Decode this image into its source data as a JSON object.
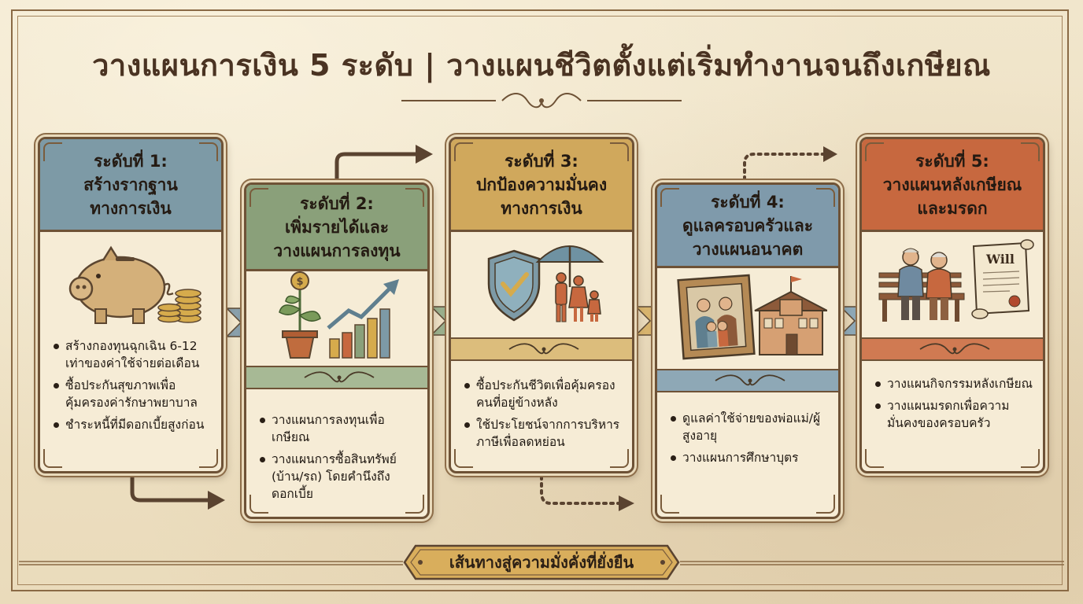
{
  "title": "วางแผนการเงิน 5 ระดับ | วางแผนชีวิตตั้งแต่เริ่มทำงานจนถึงเกษียณ",
  "colors": {
    "level1": "#7d9aa6",
    "level2": "#8aa07a",
    "level3": "#d0a85c",
    "level4": "#7f9aab",
    "level5": "#c7683f",
    "paper": "#efe3c8",
    "ink": "#3b2a1c"
  },
  "levels": [
    {
      "heading": [
        "ระดับที่ 1:",
        "สร้างรากฐาน",
        "ทางการเงิน"
      ],
      "illustration": "piggy-bank-with-coins",
      "bullets": [
        "สร้างกองทุนฉุกเฉิน 6-12 เท่าของค่าใช้จ่ายต่อเดือน",
        "ซื้อประกันสุขภาพเพื่อคุ้มครองค่ารักษาพยาบาล",
        "ชำระหนี้ที่มีดอกเบี้ยสูงก่อน"
      ]
    },
    {
      "heading": [
        "ระดับที่ 2:",
        "เพิ่มรายได้และ",
        "วางแผนการลงทุน"
      ],
      "illustration": "money-plant-and-growth-chart",
      "bullets": [
        "วางแผนการลงทุนเพื่อเกษียณ",
        "วางแผนการซื้อสินทรัพย์ (บ้าน/รถ) โดยคำนึงถึงดอกเบี้ย"
      ]
    },
    {
      "heading": [
        "ระดับที่ 3:",
        "ปกป้องความมั่นคง",
        "ทางการเงิน"
      ],
      "illustration": "shield-umbrella-family",
      "bullets": [
        "ซื้อประกันชีวิตเพื่อคุ้มครองคนที่อยู่ข้างหลัง",
        "ใช้ประโยชน์จากการบริหารภาษีเพื่อลดหย่อน"
      ]
    },
    {
      "heading": [
        "ระดับที่ 4:",
        "ดูแลครอบครัวและ",
        "วางแผนอนาคต"
      ],
      "illustration": "family-portrait-and-school",
      "bullets": [
        "ดูแลค่าใช้จ่ายของพ่อแม่/ผู้สูงอายุ",
        "วางแผนการศึกษาบุตร"
      ]
    },
    {
      "heading": [
        "ระดับที่ 5:",
        "วางแผนหลังเกษียณ",
        "และมรดก"
      ],
      "illustration": "elderly-couple-and-will",
      "will_label": "Will",
      "bullets": [
        "วางแผนกิจกรรมหลังเกษียณ",
        "วางแผนมรดกเพื่อความมั่นคงของครอบครัว"
      ]
    }
  ],
  "footer": "เส้นทางสู่ความมั่งคั่งที่ยั่งยืน"
}
